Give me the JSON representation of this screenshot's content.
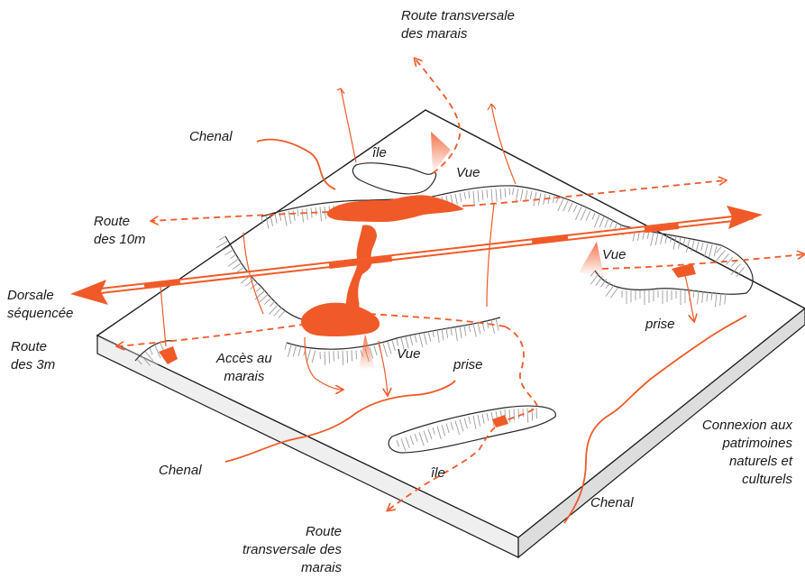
{
  "colors": {
    "accent": "#F05A28",
    "ink": "#1a1a1a",
    "hatch": "#9a9a9a",
    "plate_edge": "#cfcfcf"
  },
  "labels": {
    "route_transversale_top": [
      "Route transversale",
      "des marais"
    ],
    "chenal_top": "Chenal",
    "ile_top": "île",
    "vue_top": "Vue",
    "route_10m": [
      "Route",
      "des 10m"
    ],
    "dorsale": [
      "Dorsale",
      "séquencée"
    ],
    "route_3m": [
      "Route",
      "des 3m"
    ],
    "vue_right": "Vue",
    "prise_right": "prise",
    "acces_marais": [
      "Accès au",
      "marais"
    ],
    "vue_center": "Vue",
    "prise_center": "prise",
    "chenal_bottom_left": "Chenal",
    "ile_bottom": "île",
    "connexion": [
      "Connexion aux",
      "patrimoines",
      "naturels et",
      "culturels"
    ],
    "chenal_bottom_right": "Chenal",
    "route_transversale_bottom": [
      "Route",
      "transversale des",
      "marais"
    ]
  }
}
